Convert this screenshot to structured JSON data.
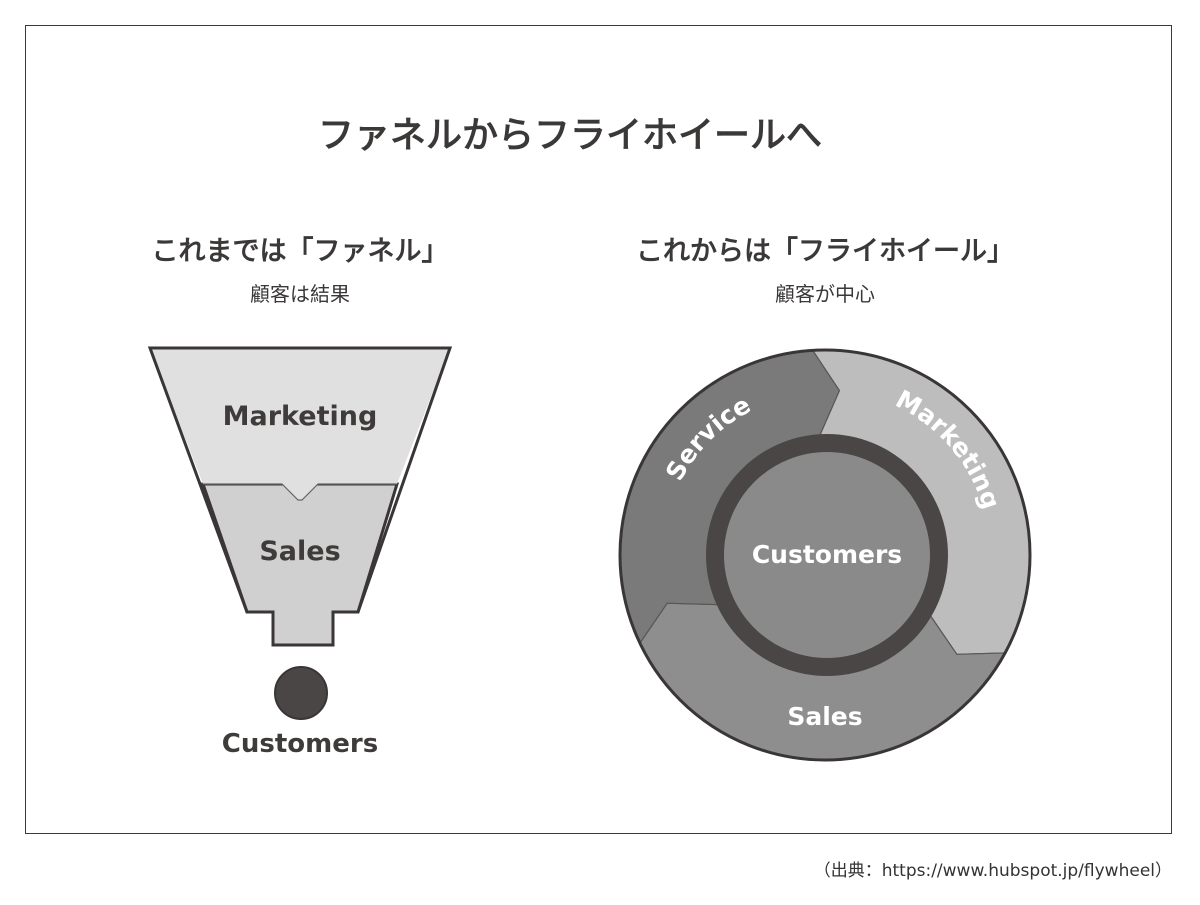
{
  "title": "ファネルからフライホイールへ",
  "left": {
    "heading": "これまでは「ファネル」",
    "subheading": "顧客は結果",
    "stages": [
      "Marketing",
      "Sales"
    ],
    "result": "Customers"
  },
  "right": {
    "heading": "これからは「フライホイール」",
    "subheading": "顧客が中心",
    "segments": [
      "Marketing",
      "Sales",
      "Service"
    ],
    "center": "Customers"
  },
  "source": "（出典：https://www.hubspot.jp/flywheel）",
  "colors": {
    "stroke": "#3a3636",
    "funnel_top": "#e0e0e0",
    "funnel_bottom": "#d0d0d0",
    "marketing": "#bdbdbd",
    "sales": "#8e8e8e",
    "service": "#7a7a7a",
    "ring": "#4a4646",
    "center": "#8a8a8a"
  }
}
